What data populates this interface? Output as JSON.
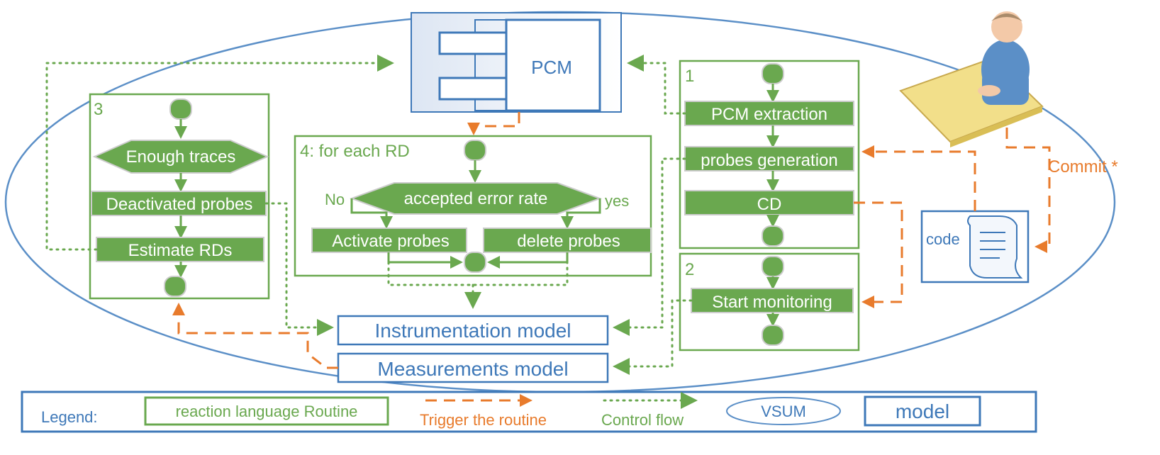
{
  "diagram": {
    "pcm_label": "PCM",
    "code_label": "code",
    "commit_label": "Commit *",
    "models": {
      "instrumentation": "Instrumentation model",
      "measurements": "Measurements model"
    },
    "routine1": {
      "number": "1",
      "steps": [
        "PCM extraction",
        "probes generation",
        "CD"
      ]
    },
    "routine2": {
      "number": "2",
      "steps": [
        "Start monitoring"
      ]
    },
    "routine3": {
      "number": "3",
      "decision": "Enough traces",
      "steps": [
        "Deactivated probes",
        "Estimate RDs"
      ]
    },
    "routine4": {
      "title": "4: for each RD",
      "decision": "accepted error rate",
      "no_label": "No",
      "yes_label": "yes",
      "steps": [
        "Activate probes",
        "delete probes"
      ]
    },
    "legend": {
      "title": "Legend:",
      "routine": "reaction language Routine",
      "trigger": "Trigger the routine",
      "control": "Control flow",
      "vsum": "VSUM",
      "model": "model"
    },
    "colors": {
      "green": "#6aa84f",
      "blue": "#3e78b8",
      "orange": "#e87b2c"
    }
  }
}
